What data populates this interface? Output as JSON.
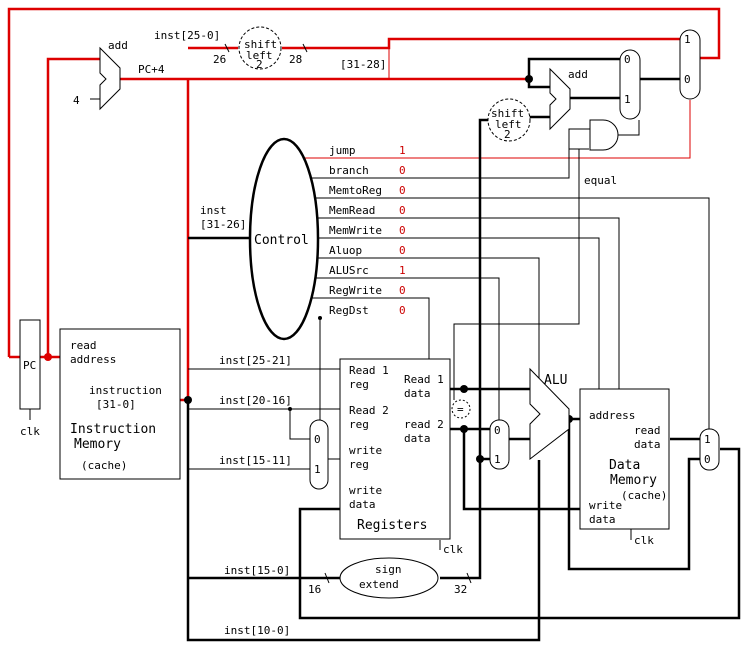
{
  "pc": {
    "label": "PC",
    "clk": "clk"
  },
  "adder_top": {
    "label": "add",
    "const": "4",
    "out": "PC+4"
  },
  "adder_branch": {
    "label": "add"
  },
  "shift_top": {
    "line1": "shift",
    "line2": "left",
    "line3": "2",
    "in_bits": "26",
    "out_bits": "28",
    "inst": "inst[25-0]",
    "pc_bits": "[31-28]"
  },
  "shift_mid": {
    "line1": "shift",
    "line2": "left",
    "line3": "2"
  },
  "instruction_memory": {
    "read": "read",
    "address": "address",
    "instruction": "instruction",
    "bits": "[31-0]",
    "title1": "Instruction",
    "title2": "Memory",
    "cache": "(cache)"
  },
  "control": {
    "label": "Control",
    "inst_label": "inst",
    "inst_bits": "[31-26]",
    "signals": [
      {
        "name": "jump",
        "value": "1"
      },
      {
        "name": "branch",
        "value": "0"
      },
      {
        "name": "MemtoReg",
        "value": "0"
      },
      {
        "name": "MemRead",
        "value": "0"
      },
      {
        "name": "MemWrite",
        "value": "0"
      },
      {
        "name": "Aluop",
        "value": "0"
      },
      {
        "name": "ALUSrc",
        "value": "1"
      },
      {
        "name": "RegWrite",
        "value": "0"
      },
      {
        "name": "RegDst",
        "value": "0"
      }
    ]
  },
  "fields": {
    "rs": "inst[25-21]",
    "rt": "inst[20-16]",
    "rd": "inst[15-11]",
    "imm": "inst[15-0]",
    "funct": "inst[10-0]"
  },
  "registers": {
    "read1a": "Read 1",
    "read1b": "reg",
    "read2a": "Read 2",
    "read2b": "reg",
    "writea": "write",
    "writeb": "reg",
    "wdataa": "write",
    "wdatab": "data",
    "out1a": "Read 1",
    "out1b": "data",
    "out2a": "read 2",
    "out2b": "data",
    "title": "Registers",
    "clk": "clk"
  },
  "sign_extend": {
    "line1": "sign",
    "line2": "extend",
    "in_bits": "16",
    "out_bits": "32"
  },
  "alu": {
    "label": "ALU",
    "eq": "="
  },
  "and_gate": {
    "equal": "equal"
  },
  "data_memory": {
    "address": "address",
    "reada": "read",
    "readb": "data",
    "writea": "write",
    "writeb": "data",
    "title1": "Data",
    "title2": "Memory",
    "cache": "(cache)",
    "clk": "clk"
  },
  "muxes": {
    "regdst": {
      "in0": "0",
      "in1": "1"
    },
    "alusrc": {
      "in0": "0",
      "in1": "1"
    },
    "memtoreg": {
      "in0": "1",
      "in1": "0"
    },
    "branch": {
      "in0": "0",
      "in1": "1"
    },
    "jump": {
      "in0": "1",
      "in1": "0"
    }
  }
}
